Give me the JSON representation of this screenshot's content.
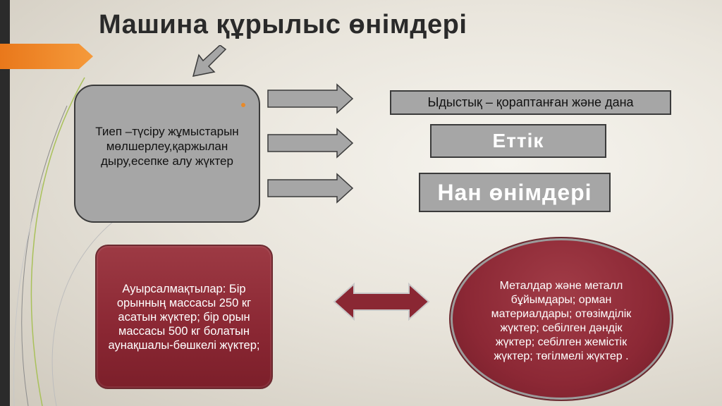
{
  "title": "Машина құрылыс өнімдері",
  "gray_box": {
    "text": "Тиеп –түсіру жұмыстарын мөлшерлеу,қаржылан дыру,есепке алу жүктер"
  },
  "labels": {
    "box1": "Ыдыстық – қораптанған және дана",
    "box2": "Еттік",
    "box3": "Нан өнімдері"
  },
  "red_box": {
    "text": "Ауырсалмақтылар: Бір орынның массасы 250 кг асатын жүктер; бір орын массасы 500 кг болатын аунақшалы-бөшкелі жүктер;"
  },
  "ellipse": {
    "text": "Металдар және металл бұйымдары; орман материалдары; отөзімділік жүктер; себілген дәндік жүктер; себілген жемістік жүктер; төгілмелі жүктер ."
  },
  "colors": {
    "accent_orange": "#f28c28",
    "box_gray": "#a6a6a6",
    "dark_red": "#8a2733"
  }
}
